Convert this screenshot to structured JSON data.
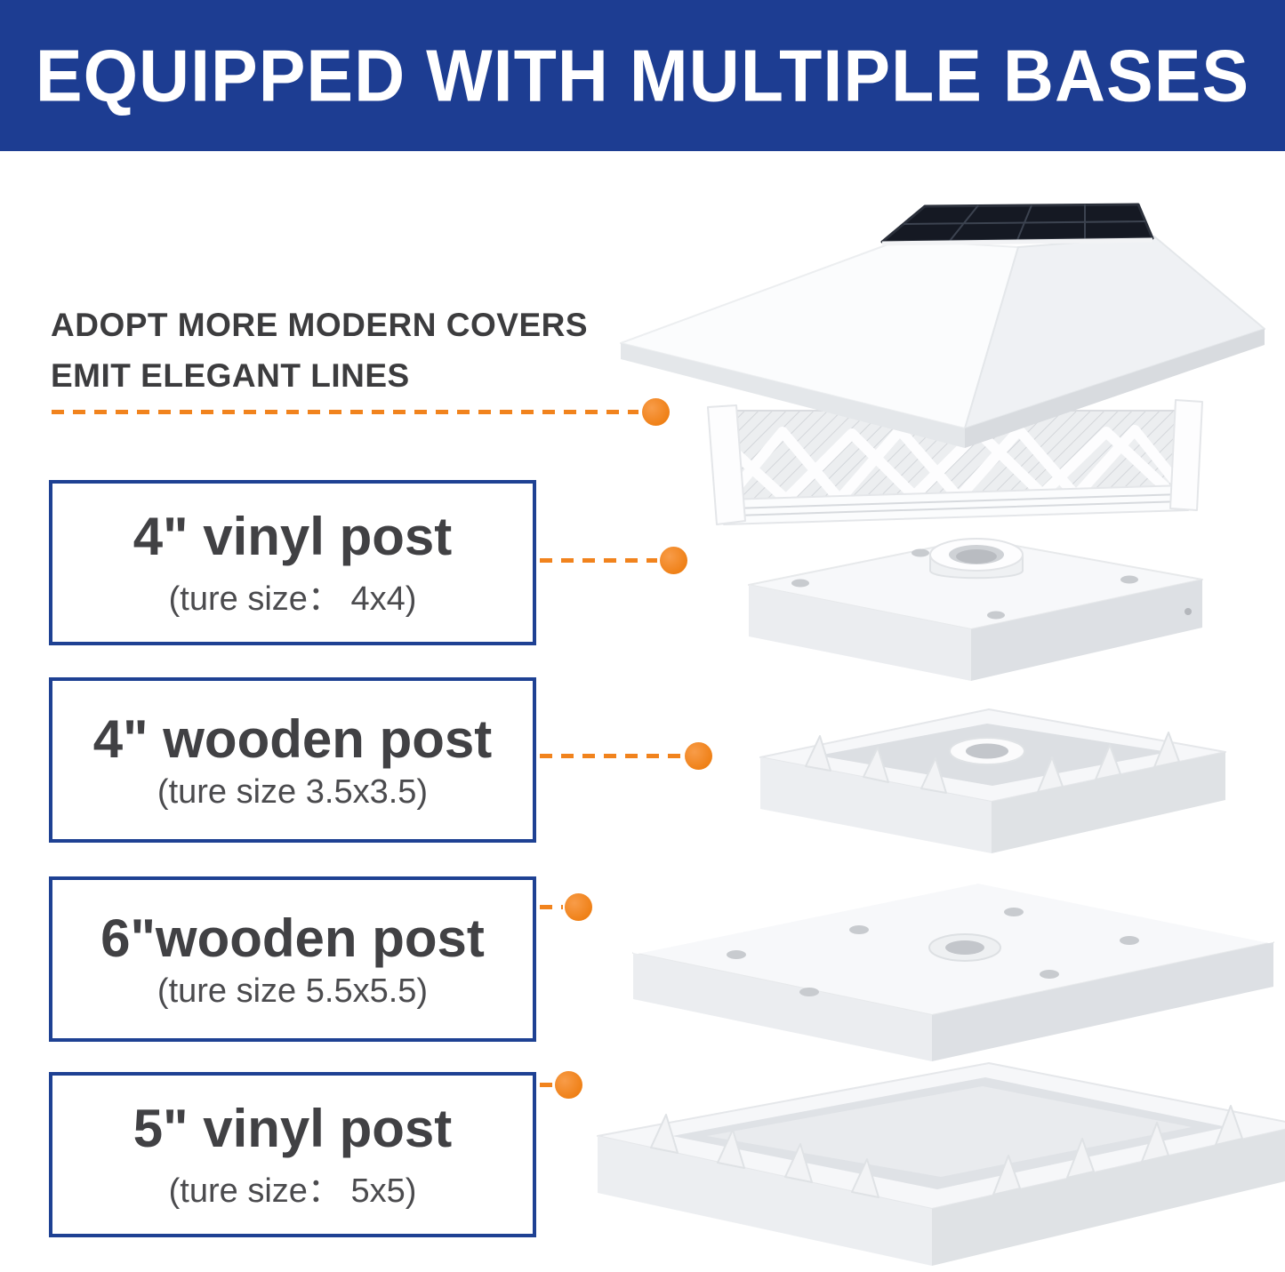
{
  "header": {
    "title": "EQUIPPED WITH MULTIPLE BASES"
  },
  "callout": {
    "line1": "ADOPT MORE MODERN COVERS",
    "line2": "EMIT ELEGANT LINES"
  },
  "options": [
    {
      "title": "4\" vinyl post",
      "subtitle": "(ture size： 4x4)"
    },
    {
      "title": "4\" wooden post",
      "subtitle": "(ture size 3.5x3.5)"
    },
    {
      "title": "6\"wooden post",
      "subtitle": "(ture size 5.5x5.5)"
    },
    {
      "title": "5\" vinyl post",
      "subtitle": "(ture size： 5x5)"
    }
  ],
  "colors": {
    "brand_blue": "#1d3d92",
    "box_border_blue": "#1e4193",
    "accent_orange": "#f1831d",
    "text_dark": "#3c3c3e"
  },
  "illustration": {
    "parts": [
      "solar-panel",
      "post-cap-cover",
      "base-4x4-vinyl",
      "base-3.5x3.5-wooden",
      "base-5.5x5.5-wooden",
      "base-5x5-vinyl"
    ]
  }
}
